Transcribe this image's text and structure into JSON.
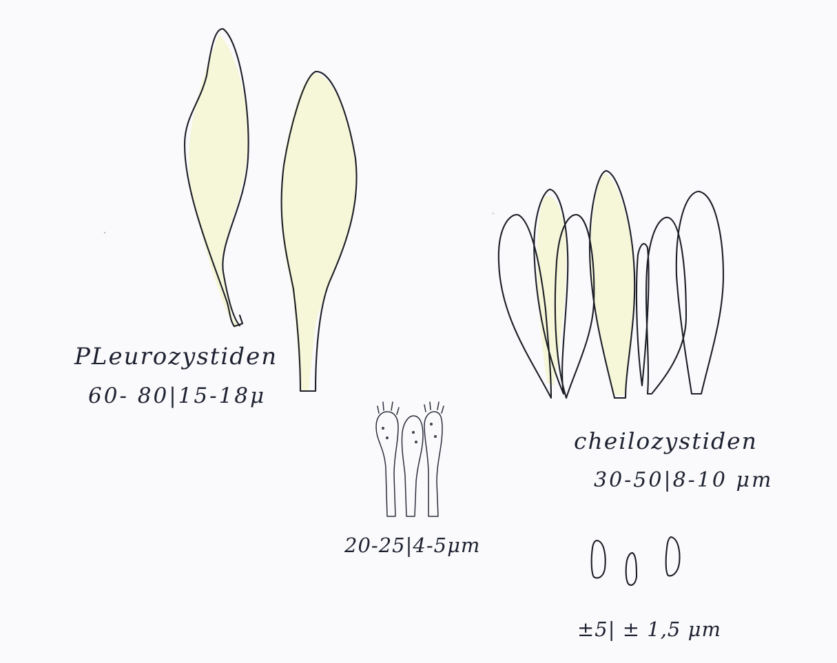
{
  "labels": {
    "pleurocystidia_title": "PLeurozystiden",
    "pleurocystidia_size": "60- 80|15-18μ",
    "basidia_size": "20-25|4-5μm",
    "cheilocystidia_title": "cheilozystiden",
    "cheilocystidia_size": "30-50|8-10 μm",
    "spore_size": "±5| ± 1,5 μm"
  },
  "colors": {
    "ink": "#1c1e26",
    "paper": "#fafafc",
    "tint": "#f6f6d8"
  }
}
